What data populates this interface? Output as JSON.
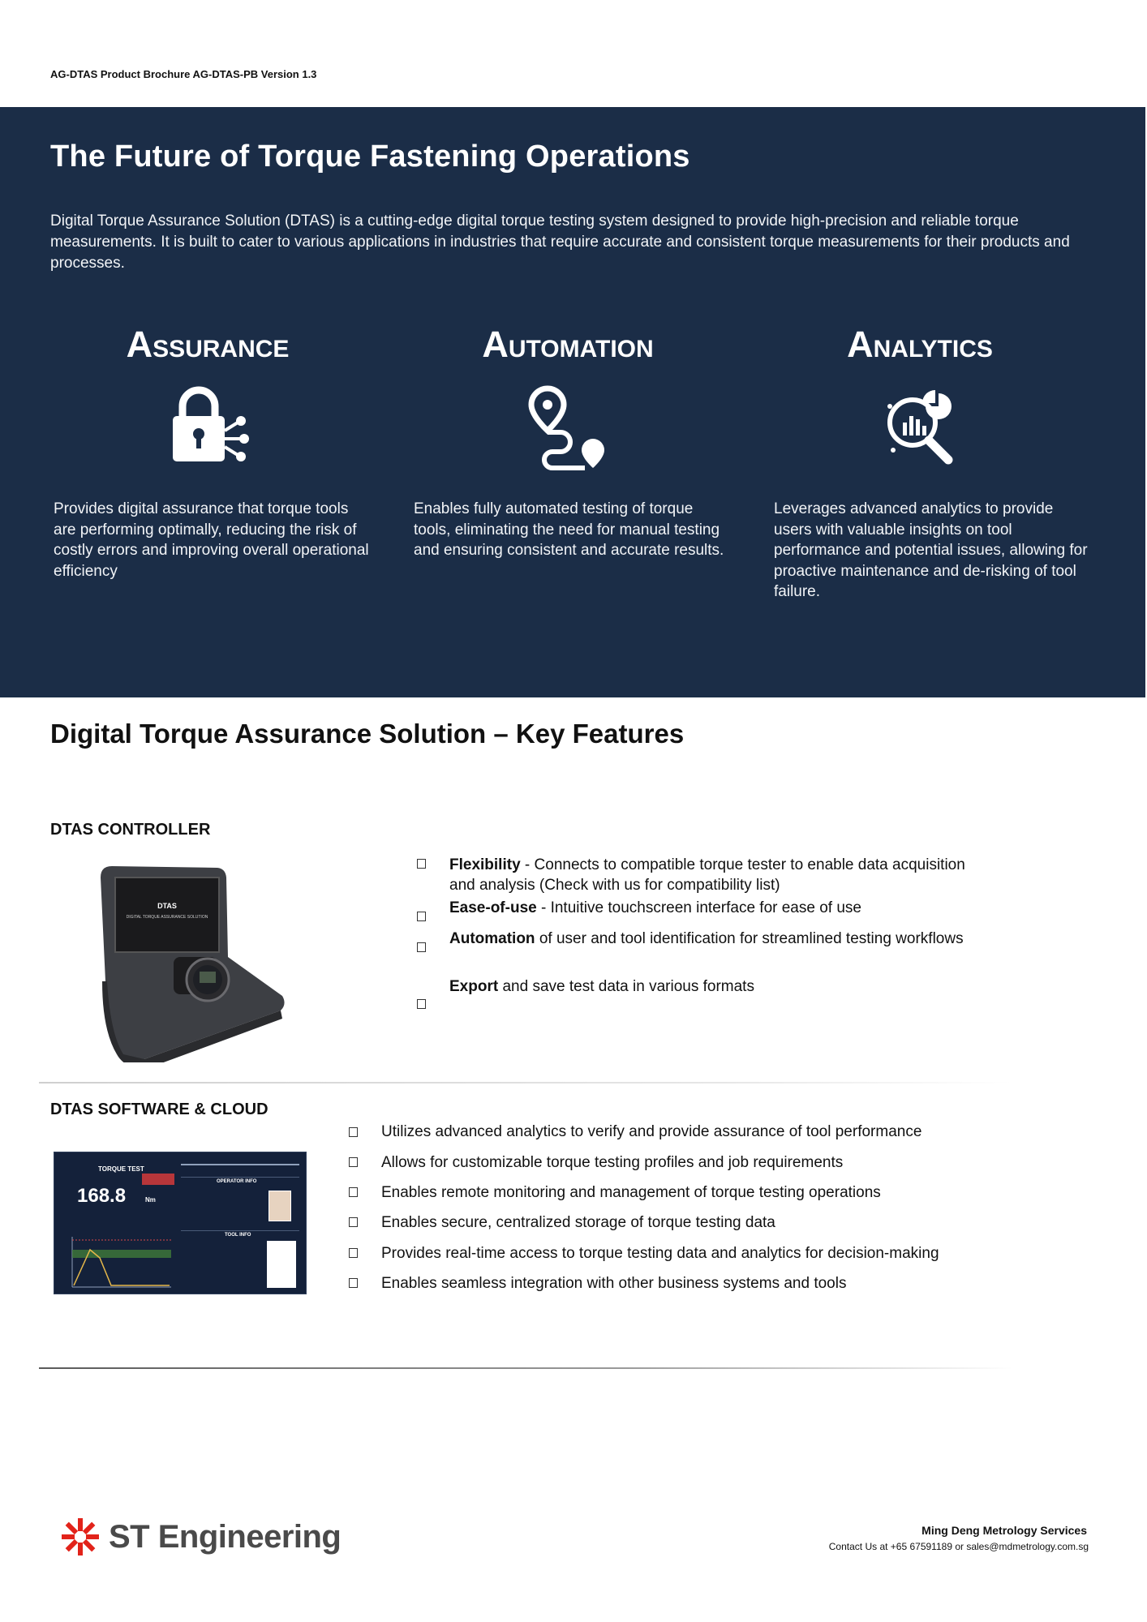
{
  "doc_header": "AG-DTAS Product Brochure AG-DTAS-PB Version 1.3",
  "hero": {
    "title": "The Future of Torque Fastening Operations",
    "intro": "Digital Torque Assurance Solution (DTAS) is a cutting-edge digital torque testing system designed to provide high-precision and reliable torque measurements. It is built to cater to various applications in industries that require accurate and consistent torque measurements for their products and processes.",
    "pillars": [
      {
        "cap": "A",
        "rest": "SSURANCE",
        "icon": "padlock-network-icon",
        "text": "Provides digital assurance that torque tools are performing optimally, reducing the risk of costly errors and improving overall operational efficiency"
      },
      {
        "cap": "A",
        "rest": "UTOMATION",
        "icon": "route-pin-icon",
        "text": "Enables fully automated testing of torque tools, eliminating the need for manual testing and ensuring consistent and accurate results."
      },
      {
        "cap": "A",
        "rest": "NALYTICS",
        "icon": "analytics-magnifier-icon",
        "text": "Leverages advanced analytics to provide users with valuable insights on tool performance and potential issues, allowing for proactive maintenance and de-risking of tool failure."
      }
    ]
  },
  "features_title": "Digital Torque Assurance Solution – Key Features",
  "controller": {
    "heading": "DTAS CONTROLLER",
    "screen_title": "DTAS",
    "screen_subtitle": "DIGITAL TORQUE ASSURANCE SOLUTION",
    "bullets": [
      {
        "bold": "Flexibility",
        "rest": " - Connects to compatible torque tester to enable data acquisition and analysis (Check with us for compatibility list)"
      },
      {
        "bold": "Ease-of-use",
        "rest": " - Intuitive touchscreen interface for ease of use"
      },
      {
        "bold": "Automation",
        "rest": " of user and tool identification for streamlined testing workflows"
      },
      {
        "bold": "Export",
        "rest": " and save test data in various formats"
      }
    ]
  },
  "software": {
    "heading": "DTAS SOFTWARE & CLOUD",
    "screen": {
      "title": "TORQUE TEST",
      "value": "168.8",
      "unit": "Nm",
      "operator_header": "OPERATOR INFO",
      "tool_header": "TOOL INFO"
    },
    "bullets": [
      "Utilizes advanced analytics to verify and provide assurance of tool performance",
      "Allows for customizable torque testing profiles and job requirements",
      "Enables remote monitoring and management of torque testing operations",
      "Enables secure, centralized storage of torque testing data",
      "Provides real-time access to torque testing data and analytics for decision-making",
      "Enables seamless integration with other business systems and tools"
    ]
  },
  "footer": {
    "logo_text": "ST Engineering",
    "company": "Ming Deng Metrology Services",
    "contact": "Contact Us at +65 67591189 or sales@mdmetrology.com.sg"
  },
  "colors": {
    "hero_bg": "#1b2d47",
    "logo_red": "#e2231a"
  }
}
